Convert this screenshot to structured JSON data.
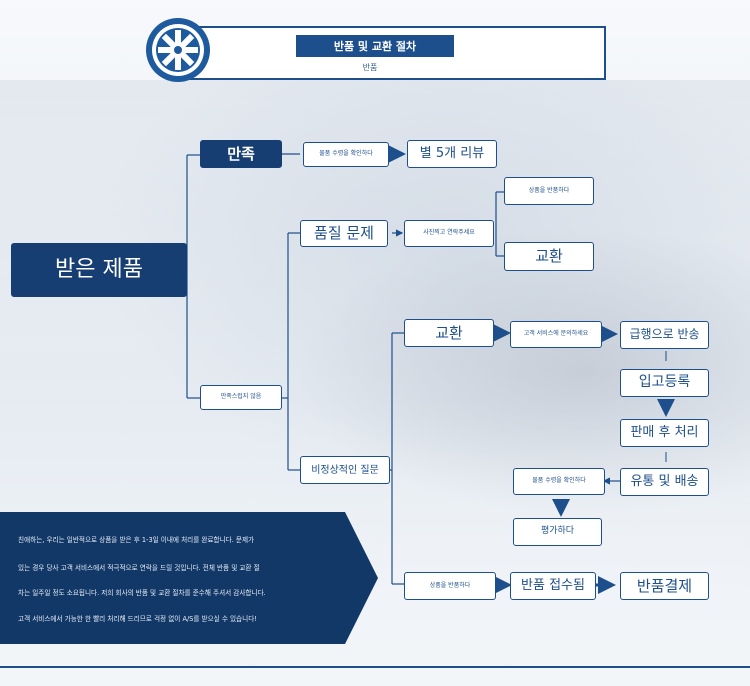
{
  "header": {
    "title": "반품 및 교환 절차",
    "subtitle": "반품"
  },
  "nodes": {
    "received": "받은 제품",
    "satisfied": "만족",
    "confirm_receipt_1": "물품 수령을 확인하다",
    "five_star": "별 5개 리뷰",
    "quality": "품질 문제",
    "photo_contact": "사진찍고 연락주세요",
    "product_return_1": "상품을 반품하다",
    "exchange_1": "교환",
    "unsatisfied": "만족스럽지 않음",
    "exchange_2": "교환",
    "contact_cs": "고객 서비스에 문의하세요",
    "express_return": "급행으로 반송",
    "warehousing": "입고등록",
    "post_sale": "판매 후 처리",
    "logistics": "유통 및 배송",
    "confirm_receipt_2": "물품 수령을 확인하다",
    "evaluate": "평가하다",
    "irregular": "비정상적인 질문",
    "product_return_2": "상품을 반품하다",
    "return_received": "반품 접수됨",
    "return_payment": "반품결제"
  },
  "notice": {
    "lines": [
      "친애하는, 우리는 일반적으로 상품을 받은 후 1-3일 이내에 처리를 완료합니다. 문제가",
      "있는 경우 당사 고객 서비스에서 적극적으로 연락을 드릴 것입니다. 전체 반품 및 교환 절",
      "차는 일주일 정도 소요됩니다. 저희 회사의 반품 및 교환 절차를 준수해 주셔서 감사합니다.",
      "고객 서비스에서 가능한 한 빨리 처리해 드리므로 걱정 없이 A/S를 받으실 수 있습니다!"
    ]
  },
  "colors": {
    "primary": "#1d4f8c",
    "dark": "#163e73",
    "notice_bg": "#123868"
  },
  "icons": {
    "logo": "wheel-logo-icon"
  }
}
